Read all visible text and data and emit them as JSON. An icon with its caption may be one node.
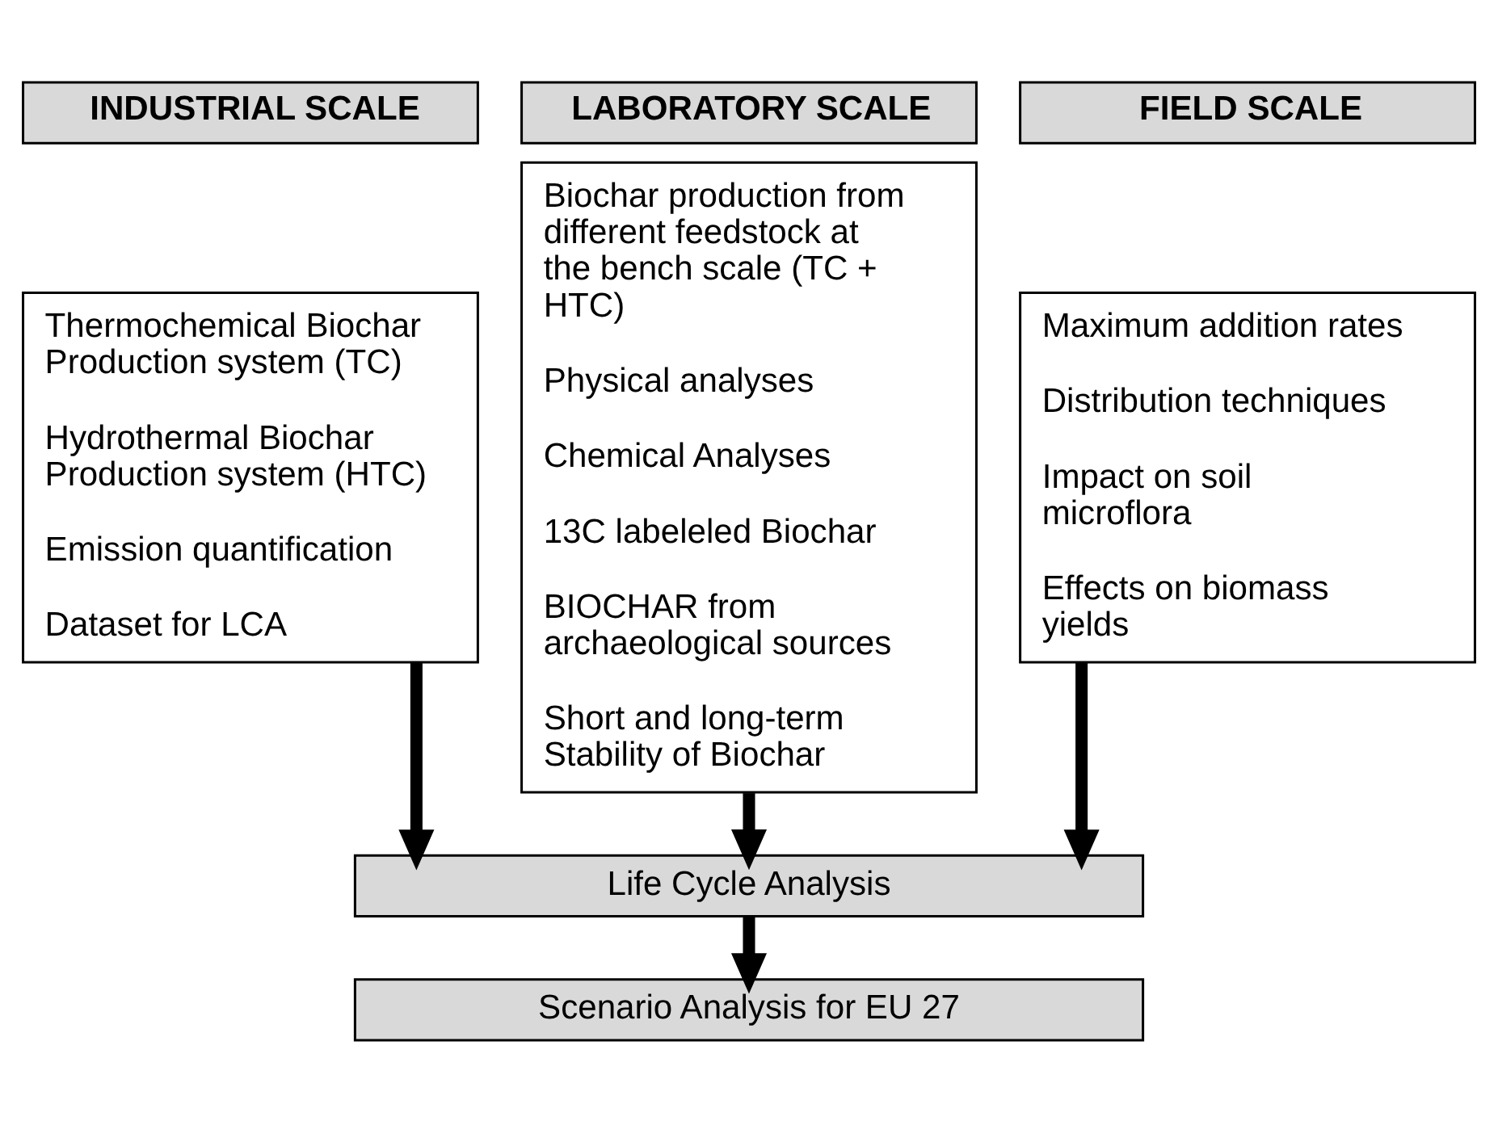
{
  "diagram": {
    "nodes": [
      {
        "text": [
          "INDUSTRIAL SCALE"
        ]
      },
      {
        "text": [
          "LABORATORY SCALE"
        ]
      },
      {
        "text": [
          "FIELD SCALE"
        ]
      },
      {
        "text": [
          "Thermochemical Biochar Production system (TC)",
          "Hydrothermal Biochar Production system (HTC)",
          "Emission quantification",
          "Dataset for LCA"
        ]
      },
      {
        "text": [
          "Biochar production from different feedstock at the bench scale (TC + HTC)",
          "Physical analyses",
          "Chemical Analyses",
          "13C labeleled Biochar",
          "BIOCHAR from archaeological sources",
          "Short and long-term Stability of Biochar"
        ]
      },
      {
        "text": [
          "Maximum addition rates",
          "Distribution techniques",
          "Impact on soil microflora",
          "Effects on biomass yields"
        ]
      },
      {
        "text": [
          "Life Cycle Analysis"
        ]
      },
      {
        "text": [
          "Scenario Analysis for EU 27"
        ]
      }
    ],
    "edges": [
      {
        "from": 3,
        "to": 6,
        "arrow": "to"
      },
      {
        "from": 4,
        "to": 6,
        "arrow": "to"
      },
      {
        "from": 5,
        "to": 6,
        "arrow": "to"
      },
      {
        "from": 6,
        "to": 7,
        "arrow": "to"
      }
    ]
  }
}
